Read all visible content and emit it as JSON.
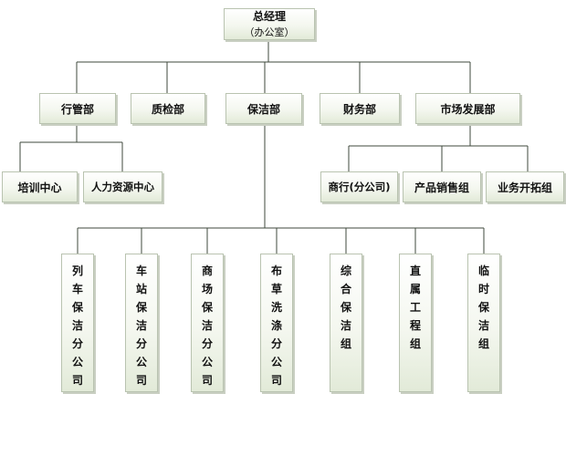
{
  "root": {
    "title": "总经理",
    "subtitle": "（办公室）"
  },
  "departments": [
    "行管部",
    "质检部",
    "保洁部",
    "财务部",
    "市场发展部"
  ],
  "admin_sub": [
    "培训中心",
    "人力资源中心"
  ],
  "market_sub": [
    "商行(分公司)",
    "产品销售组",
    "业务开拓组"
  ],
  "cleaning_sub": [
    "列车保洁分公司",
    "车站保洁分公司",
    "商场保洁分公司",
    "布草洗涤分公司",
    "综合保洁组",
    "直属工程组",
    "临时保洁组"
  ]
}
